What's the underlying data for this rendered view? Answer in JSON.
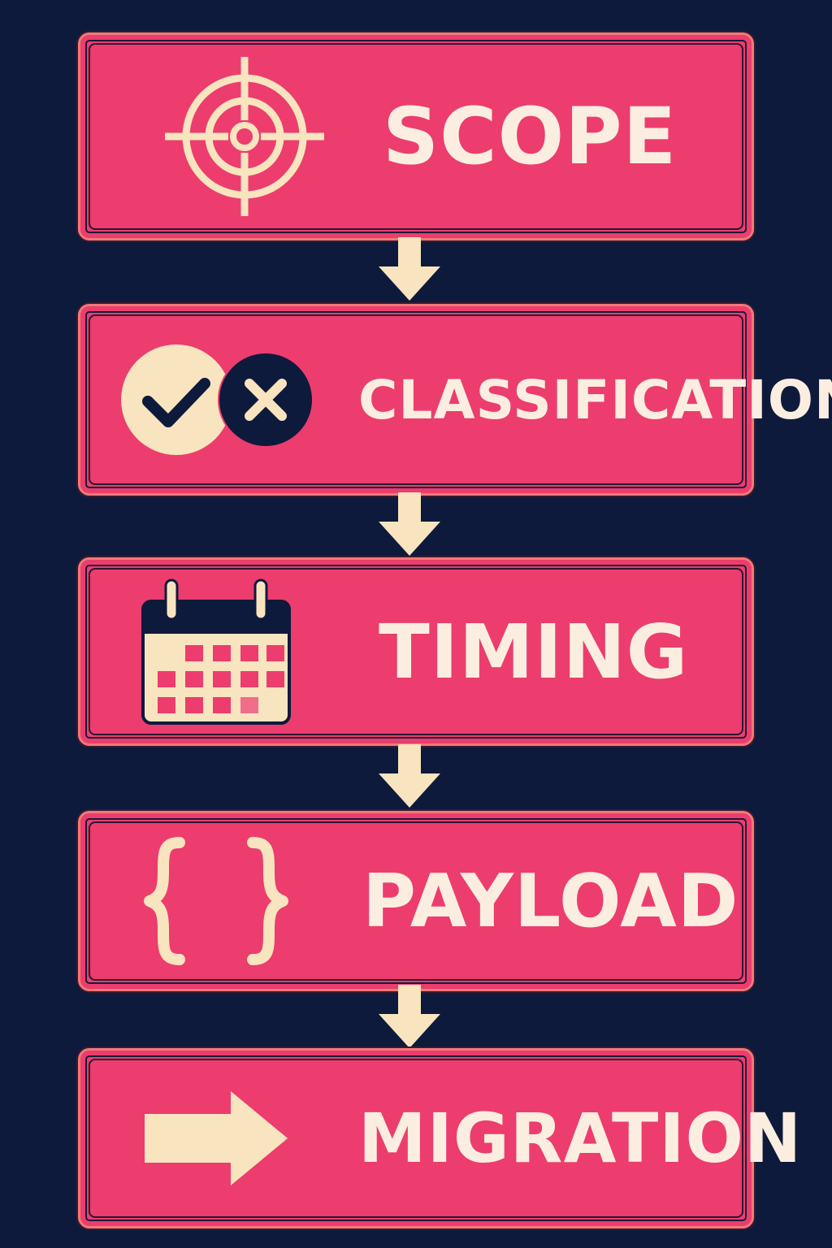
{
  "colors": {
    "background": "#0e1a3b",
    "box_fill": "#ec3d6e",
    "box_border": "#f17a78",
    "cream": "#f8e4bf",
    "navy": "#0e1a3b"
  },
  "steps": [
    {
      "label": "SCOPE",
      "icon": "crosshair-target-icon"
    },
    {
      "label": "CLASSIFICATION",
      "icon": "check-and-x-icon"
    },
    {
      "label": "TIMING",
      "icon": "calendar-icon"
    },
    {
      "label": "PAYLOAD",
      "icon": "curly-braces-icon"
    },
    {
      "label": "MIGRATION",
      "icon": "right-arrow-icon"
    }
  ]
}
